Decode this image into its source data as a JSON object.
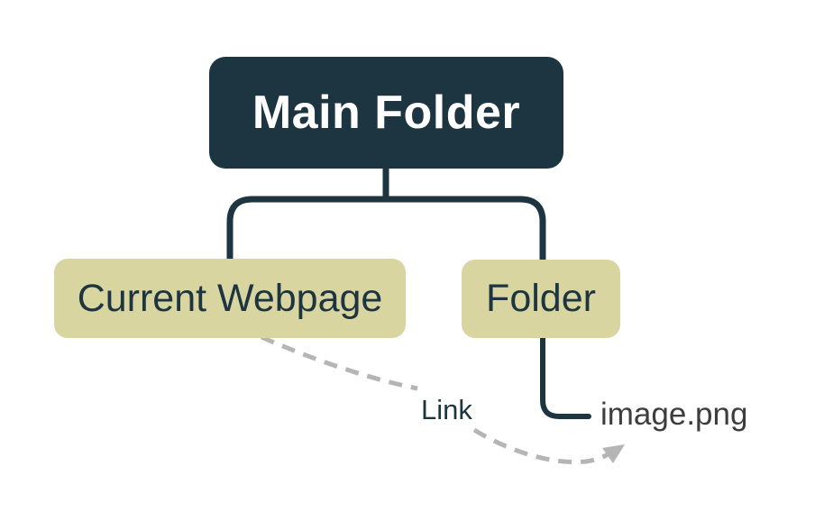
{
  "diagram": {
    "title": "folder structure diagram",
    "nodes": {
      "main_folder": {
        "label": "Main Folder"
      },
      "current_webpage": {
        "label": "Current Webpage"
      },
      "folder": {
        "label": "Folder"
      }
    },
    "annotations": {
      "link_label": "Link",
      "image_file": "image.png"
    },
    "edges": [
      {
        "from": "main_folder",
        "to": "current_webpage",
        "style": "solid"
      },
      {
        "from": "main_folder",
        "to": "folder",
        "style": "solid"
      },
      {
        "from": "folder",
        "to": "image.png",
        "style": "solid-elbow"
      },
      {
        "from": "current_webpage",
        "to": "image.png",
        "style": "dashed-arrow",
        "label": "Link"
      }
    ],
    "colors": {
      "background": "#ffffff",
      "node_dark_bg": "#1d3540",
      "node_dark_text": "#ffffff",
      "node_light_bg": "#d9d5a1",
      "node_light_text": "#1d3540",
      "connector": "#1d3540",
      "dashed_arrow": "#b5b5b5",
      "link_label_text": "#1d3540",
      "file_label_text": "#3d3d3d"
    }
  }
}
